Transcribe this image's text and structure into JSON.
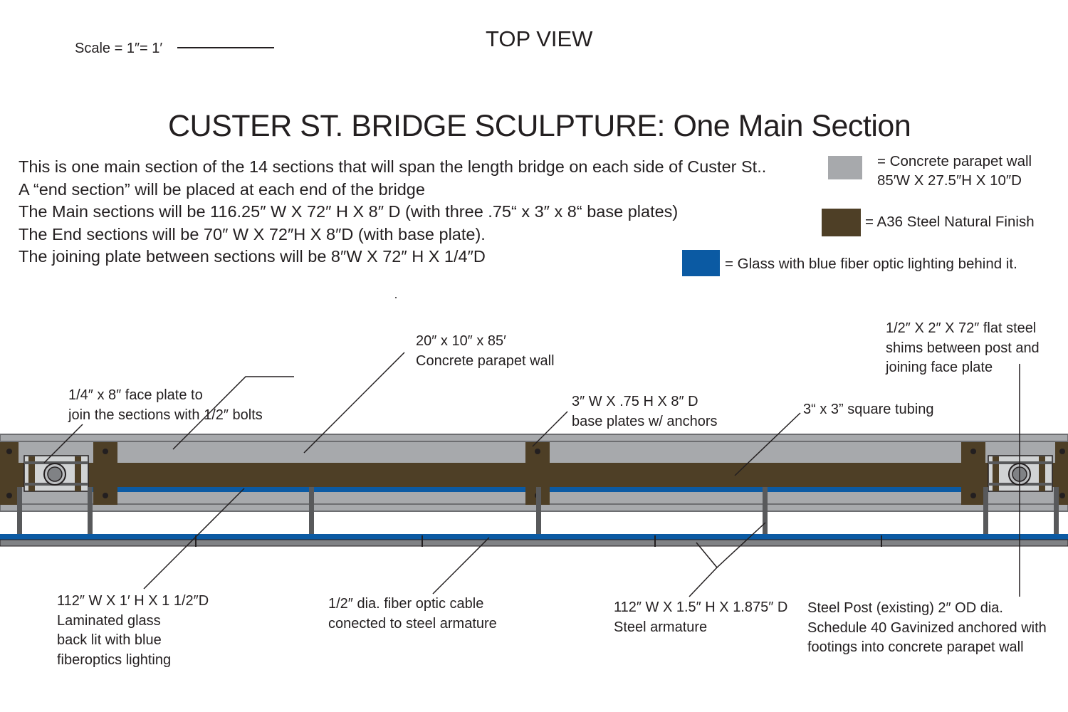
{
  "header": {
    "scale_label": "Scale = 1″= 1′",
    "view_title": "TOP VIEW",
    "main_title": "CUSTER ST. BRIDGE SCULPTURE: One Main Section"
  },
  "intro_lines": [
    "This is one main section of the 14 sections that will span the length  bridge on each side of Custer St..",
    "A “end section” will be placed at each end of the bridge",
    "The Main sections will be 116.25″ W X 72″ H X 8″ D  (with three .75“ x 3″ x 8“ base plates)",
    "The End sections will be  70″ W X 72″H X 8″D (with base plate).",
    "The  joining plate between sections will be 8″W X 72″ H X 1/4″D"
  ],
  "legend": [
    {
      "color": "#a7a9ac",
      "lines": [
        "= Concrete parapet wall",
        "85′W X 27.5″H X 10″D"
      ]
    },
    {
      "color": "#4e3f26",
      "lines": [
        "= A36 Steel Natural Finish"
      ]
    },
    {
      "color": "#0b5aa3",
      "lines": [
        "= Glass with blue fiber optic lighting behind it."
      ]
    }
  ],
  "callouts": {
    "face_plate": [
      "1/4″ x 8″ face plate to",
      "join the sections with 1/2″ bolts"
    ],
    "concrete_wall": [
      "20″ x 10″ x 85′",
      "Concrete parapet wall"
    ],
    "base_plates": [
      "3″ W  X  .75 H  X 8″ D",
      "base plates w/ anchors"
    ],
    "square_tubing": [
      "3“ x 3” square tubing"
    ],
    "flat_steel_shims": [
      "1/2″ X 2″ X 72″ flat steel",
      "shims between post and",
      "joining face plate"
    ],
    "laminated_glass": [
      "112″ W X 1′ H X 1 1/2″D",
      " Laminated glass",
      "back lit with blue",
      "fiberoptics lighting"
    ],
    "fiber_optic_cable": [
      "1/2″  dia. fiber optic cable",
      " conected to steel armature"
    ],
    "steel_armature": [
      "112″ W X 1.5″ H X 1.875″ D",
      "Steel armature"
    ],
    "steel_post": [
      "Steel Post (existing) 2″ OD dia.",
      "Schedule 40 Gavinized anchored with",
      "footings into concrete parapet wall"
    ]
  },
  "colors": {
    "concrete": "#a7a9ac",
    "steel": "#4e3f26",
    "glass": "#0b5aa3",
    "post": "#58595b",
    "ink": "#231f20"
  }
}
